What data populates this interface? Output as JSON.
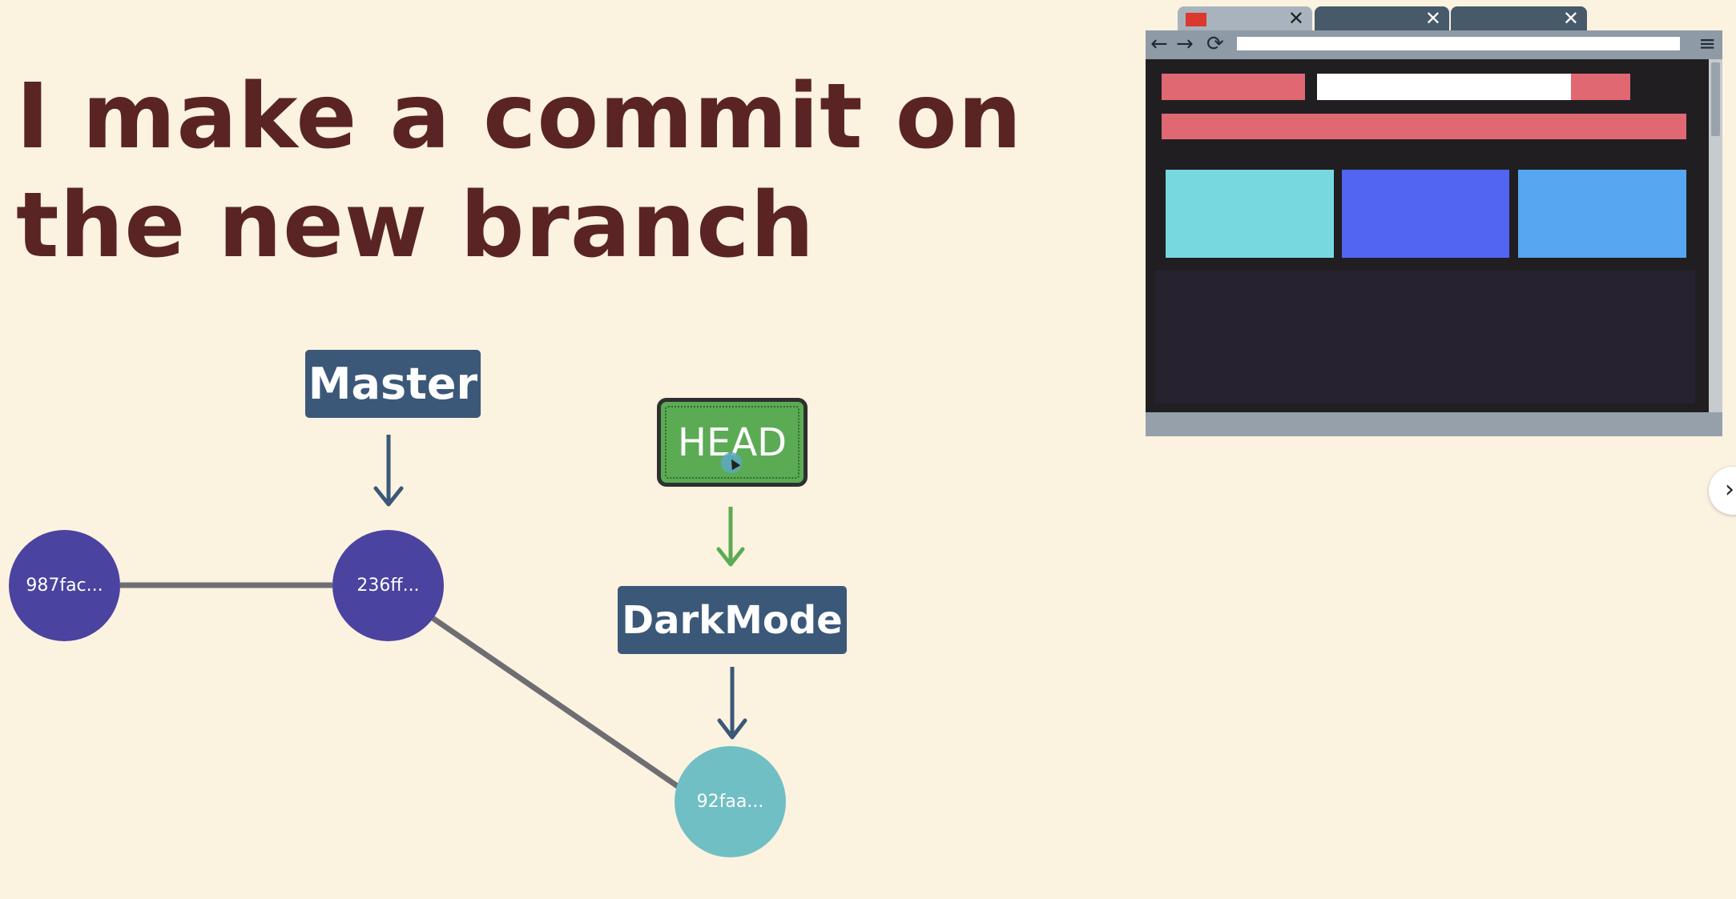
{
  "slide": {
    "title_line1": "I make a commit on",
    "title_line2": "the new branch"
  },
  "graph": {
    "commits": [
      {
        "id": "987fac..."
      },
      {
        "id": "236ff..."
      },
      {
        "id": "92faa..."
      }
    ],
    "labels": {
      "master": "Master",
      "head": "HEAD",
      "darkmode": "DarkMode"
    },
    "colors": {
      "old_commit": "#4a43a0",
      "new_commit": "#70bfc4",
      "branch_label": "#3b5878",
      "head_label": "#5bab55",
      "edge": "#6e6e72",
      "branch_arrow": "#3b5878",
      "head_arrow": "#5bab55"
    }
  },
  "browser_mockup": {
    "tabs": [
      {
        "favicon": "red-square-icon",
        "close": "✕",
        "active": true
      },
      {
        "close": "✕",
        "active": false
      },
      {
        "close": "✕",
        "active": false
      }
    ],
    "icons": {
      "back": "←",
      "forward": "→",
      "reload": "⟳",
      "menu": "≡"
    },
    "colors": {
      "accent": "#e06873",
      "card_1": "#78d8e0",
      "card_2": "#5265f2",
      "card_3": "#56a6f1",
      "page_bg": "#211e22"
    }
  },
  "nav": {
    "next_icon": "›"
  }
}
